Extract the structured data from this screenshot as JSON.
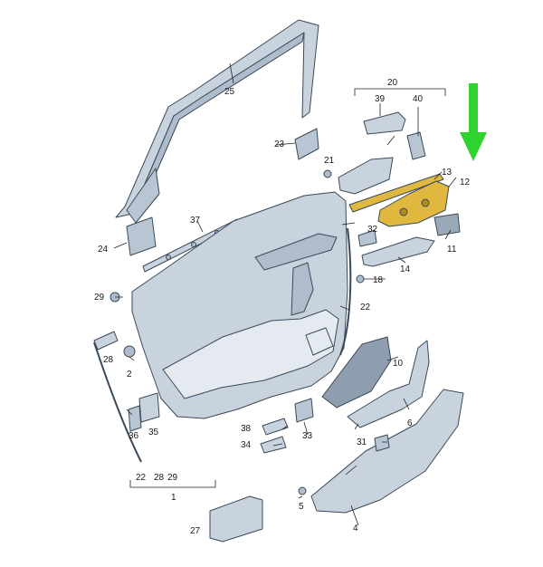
{
  "colors": {
    "part_fill": "#c9d3de",
    "part_dark": "#aebccb",
    "part_light": "#e4eaf0",
    "highlight": "#e0b840",
    "arrow": "#2fd22f"
  },
  "callouts": {
    "c1": "1",
    "c2": "2",
    "c4": "4",
    "c5": "5",
    "c6": "6",
    "c10": "10",
    "c11": "11",
    "c12": "12",
    "c13": "13",
    "c14": "14",
    "c18": "18",
    "c20": "20",
    "c21": "21",
    "c22": "22",
    "c22b": "22",
    "c23": "23",
    "c24": "24",
    "c25": "25",
    "c27": "27",
    "c28": "28",
    "c28b": "28",
    "c29": "29",
    "c29b": "29",
    "c31": "31",
    "c32": "32",
    "c33": "33",
    "c34": "34",
    "c35": "35",
    "c36": "36",
    "c37": "37",
    "c38": "38",
    "c39": "39",
    "c40": "40"
  },
  "indicator": {
    "icon": "down-arrow-icon"
  }
}
